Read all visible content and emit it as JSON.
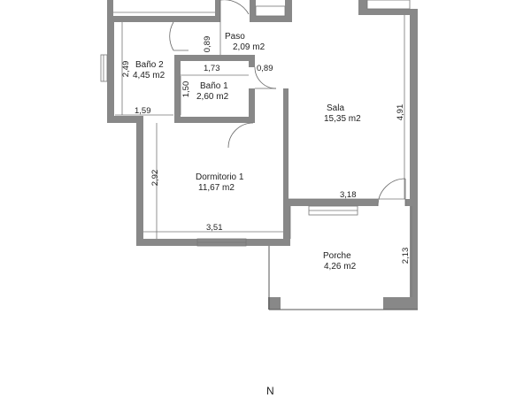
{
  "rooms": {
    "paso": {
      "name": "Paso",
      "area": "2,09 m2"
    },
    "bano2": {
      "name": "Baño 2",
      "area": "4,45 m2"
    },
    "bano1": {
      "name": "Baño 1",
      "area": "2,60 m2"
    },
    "sala": {
      "name": "Sala",
      "area": "15,35 m2"
    },
    "dorm1": {
      "name": "Dormitorio 1",
      "area": "11,67 m2"
    },
    "porche": {
      "name": "Porche",
      "area": "4,26 m2"
    }
  },
  "dimensions": {
    "paso_width": "0,89",
    "paso_lower": "0,89",
    "bano2_height": "2,49",
    "bano2_width": "1,59",
    "bano1_width": "1,73",
    "bano1_height": "1,50",
    "sala_height": "4,91",
    "sala_width": "3,18",
    "dorm1_height": "2,92",
    "dorm1_width": "3,51",
    "porche_height": "2,13"
  },
  "north_label": "N"
}
